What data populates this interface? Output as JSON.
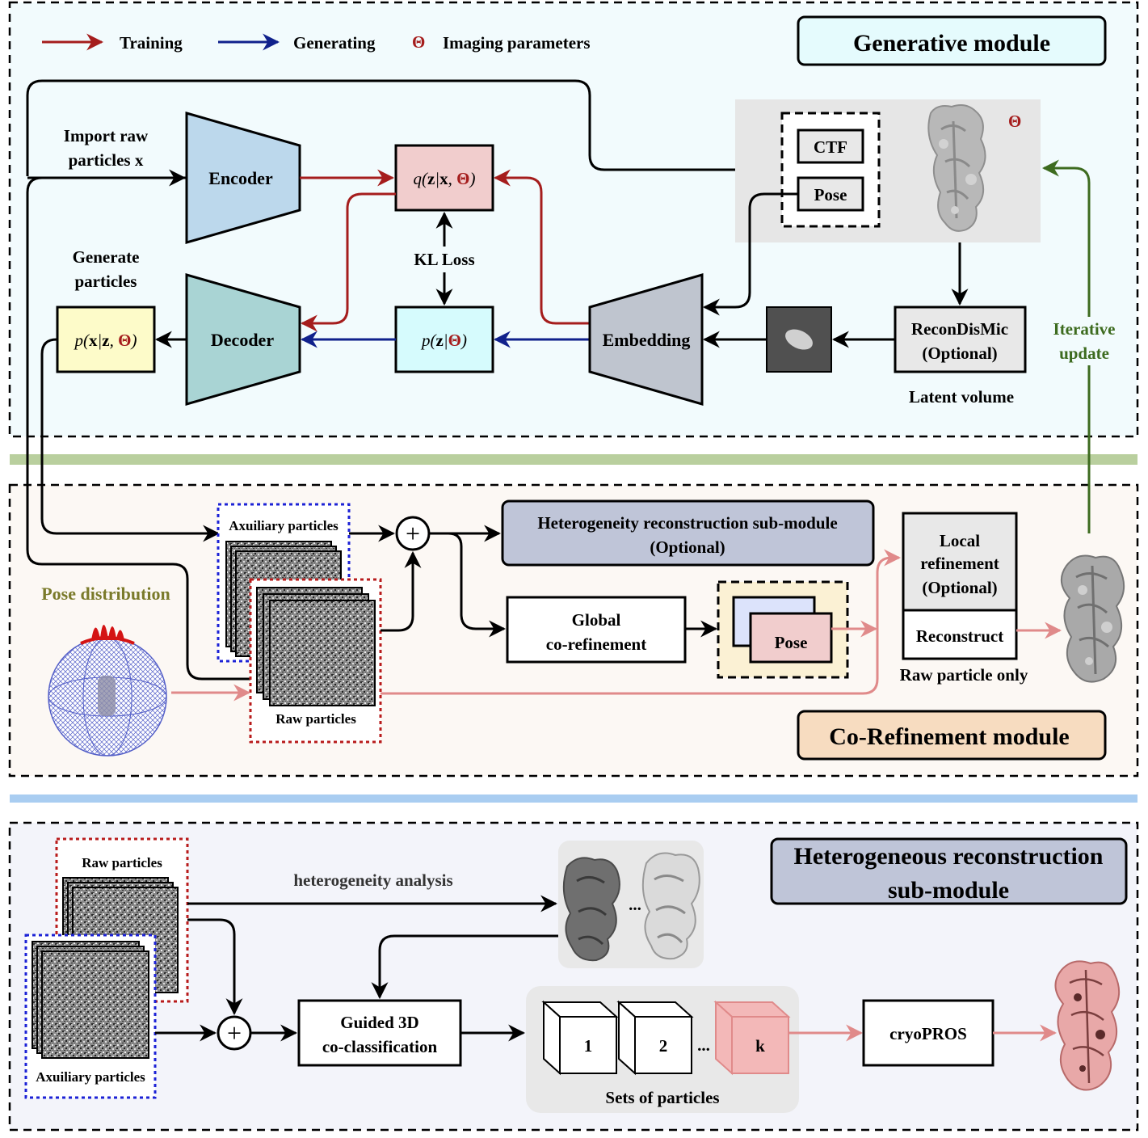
{
  "legend": {
    "training": "Training",
    "generating": "Generating",
    "theta_symbol": "Θ",
    "imaging": "Imaging parameters"
  },
  "generative": {
    "title": "Generative module",
    "import_line1": "Import raw",
    "import_line2": "particles x",
    "generate_line1": "Generate",
    "generate_line2": "particles",
    "encoder": "Encoder",
    "decoder": "Decoder",
    "embedding": "Embedding",
    "q_label": "q(z|x, Θ)",
    "p_z_label": "p(z|Θ)",
    "p_x_label": "p(x|z, Θ)",
    "kl_loss": "KL Loss",
    "ctf": "CTF",
    "pose": "Pose",
    "theta": "Θ",
    "recon_line1": "ReconDisMic",
    "recon_line2": "(Optional)",
    "latent_volume": "Latent volume",
    "iterative_line1": "Iterative",
    "iterative_line2": "update"
  },
  "corefine": {
    "title": "Co-Refinement module",
    "auxiliary": "Axuiliary particles",
    "raw": "Raw particles",
    "pose_distribution": "Pose distribution",
    "hetero_line1": "Heterogeneity reconstruction sub-module",
    "hetero_line2": "(Optional)",
    "global_line1": "Global",
    "global_line2": "co-refinement",
    "pose": "Pose",
    "local_line1": "Local",
    "local_line2": "refinement",
    "local_line3": "(Optional)",
    "reconstruct": "Reconstruct",
    "raw_only": "Raw particle only",
    "plus": "+"
  },
  "hetero": {
    "title_line1": "Heterogeneous reconstruction",
    "title_line2": "sub-module",
    "raw": "Raw particles",
    "auxiliary": "Axuiliary particles",
    "analysis": "heterogeneity analysis",
    "ellipsis": "...",
    "guided_line1": "Guided 3D",
    "guided_line2": "co-classification",
    "set1": "1",
    "set2": "2",
    "setk": "k",
    "sets_label": "Sets of particles",
    "cryopros": "cryoPROS",
    "plus": "+"
  },
  "colors": {
    "training": "#a51d1d",
    "generating": "#10218c",
    "update": "#3d6b1f",
    "pink_arrow": "#e08a8a",
    "gen_bg": "#f2fbfd",
    "coref_bg": "#fcf8f4",
    "het_bg": "#f3f4fa"
  }
}
